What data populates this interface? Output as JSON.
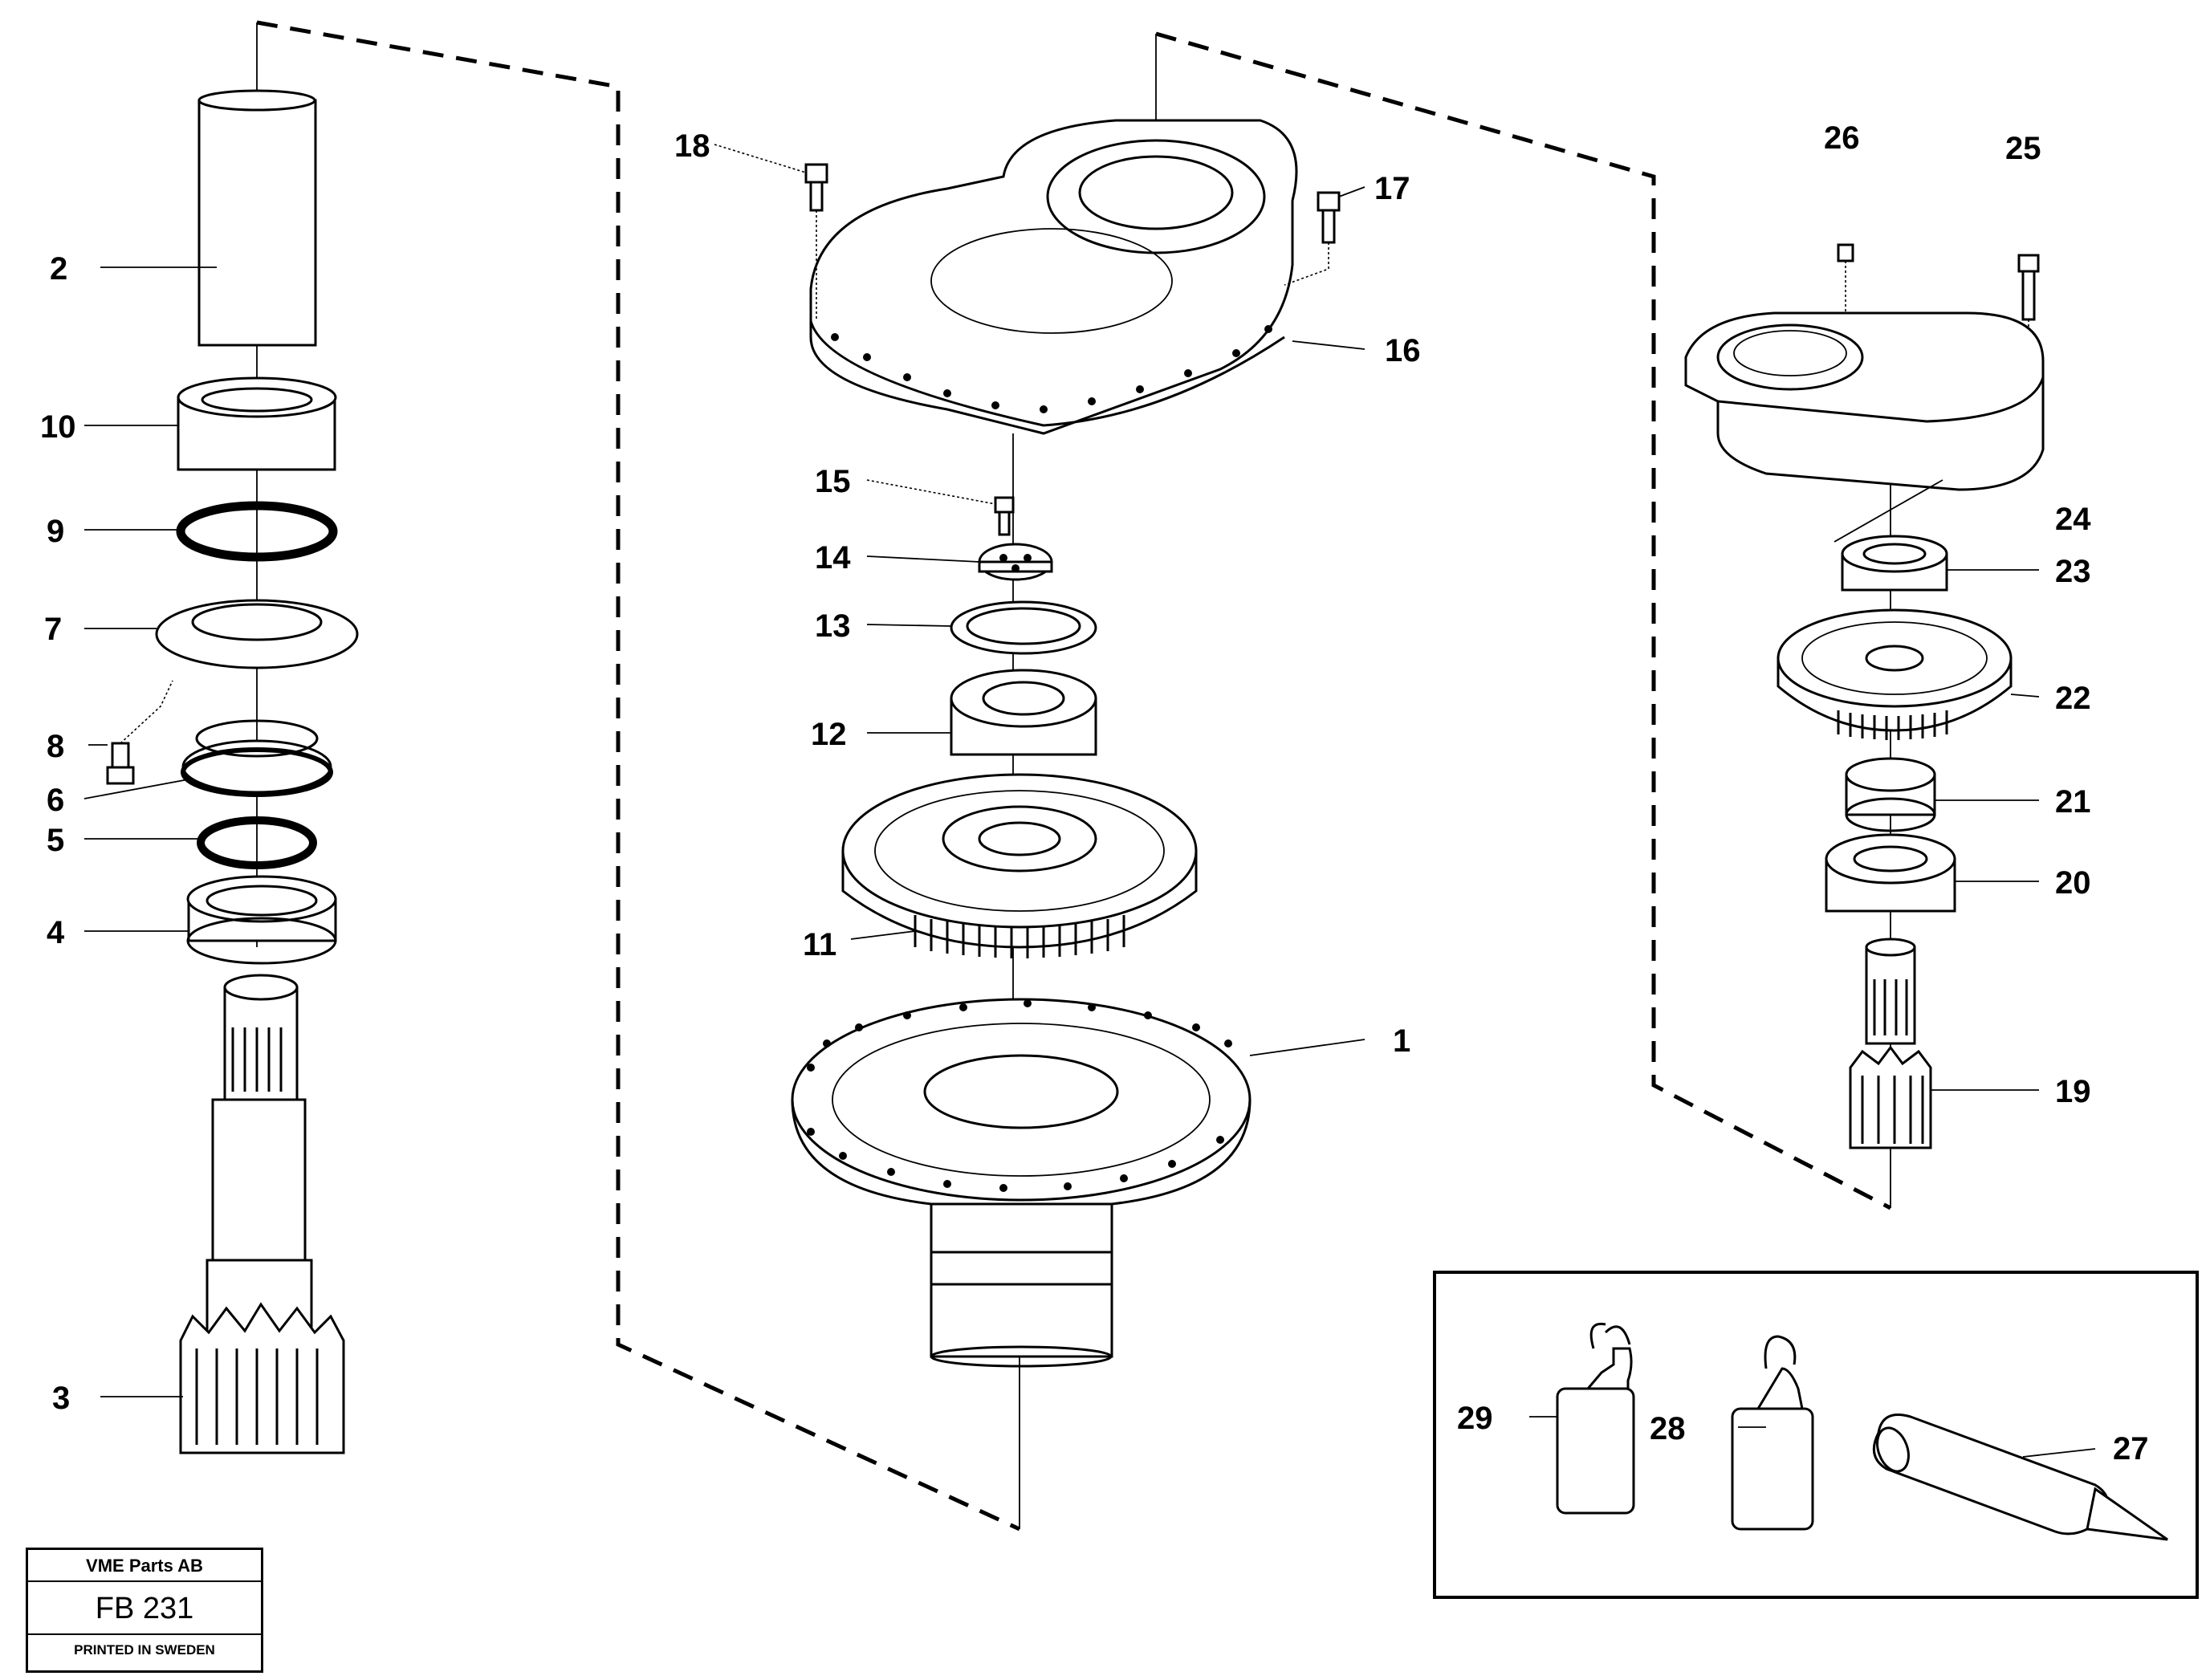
{
  "diagram": {
    "callouts": [
      "1",
      "2",
      "3",
      "4",
      "5",
      "6",
      "7",
      "8",
      "9",
      "10",
      "11",
      "12",
      "13",
      "14",
      "15",
      "16",
      "17",
      "18",
      "19",
      "20",
      "21",
      "22",
      "23",
      "24",
      "25",
      "26",
      "27",
      "28",
      "29"
    ]
  },
  "title_block": {
    "company": "VME Parts AB",
    "drawing_number": "FB 231",
    "printed": "PRINTED IN SWEDEN"
  }
}
